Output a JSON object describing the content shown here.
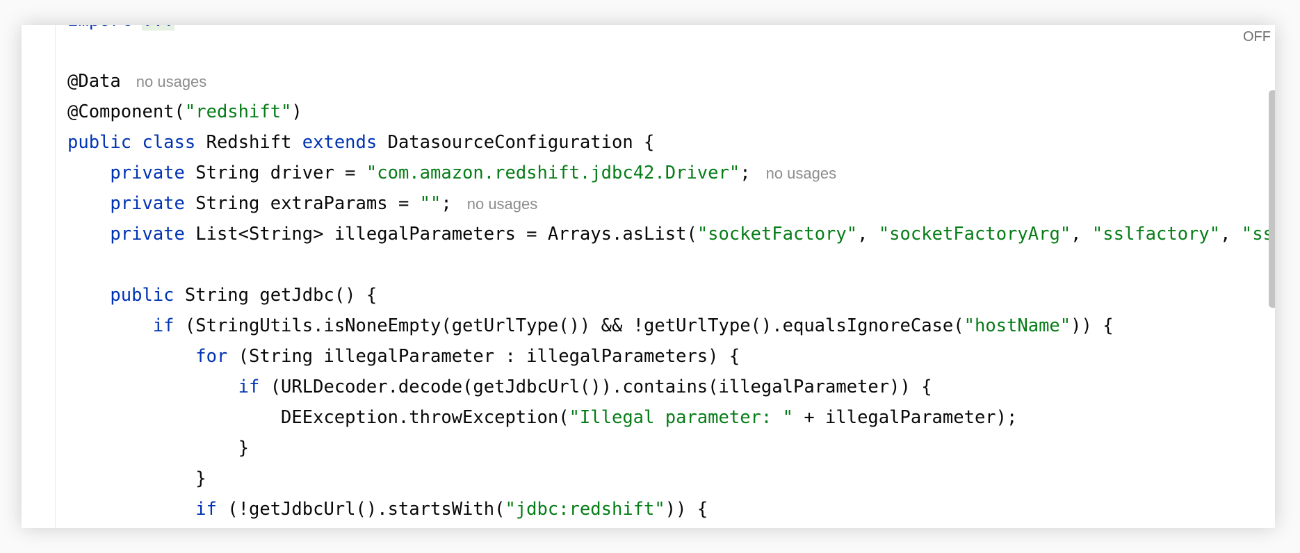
{
  "editor": {
    "inspection_toggle": "OFF",
    "lines": [
      [
        [
          "kw",
          "import "
        ],
        [
          "fold",
          "..."
        ]
      ],
      [],
      [
        [
          "txt",
          "@Data"
        ],
        [
          "hint",
          "no usages"
        ]
      ],
      [
        [
          "txt",
          "@Component("
        ],
        [
          "str",
          "\"redshift\""
        ],
        [
          "txt",
          ")"
        ]
      ],
      [
        [
          "kw",
          "public class "
        ],
        [
          "txt",
          "Redshift "
        ],
        [
          "kw",
          "extends "
        ],
        [
          "txt",
          "DatasourceConfiguration {"
        ]
      ],
      [
        [
          "txt",
          "    "
        ],
        [
          "kw",
          "private "
        ],
        [
          "txt",
          "String driver = "
        ],
        [
          "str",
          "\"com.amazon.redshift.jdbc42.Driver\""
        ],
        [
          "txt",
          ";"
        ],
        [
          "hint",
          "no usages"
        ]
      ],
      [
        [
          "txt",
          "    "
        ],
        [
          "kw",
          "private "
        ],
        [
          "txt",
          "String extraParams = "
        ],
        [
          "str",
          "\"\""
        ],
        [
          "txt",
          ";"
        ],
        [
          "hint",
          "no usages"
        ]
      ],
      [
        [
          "txt",
          "    "
        ],
        [
          "kw",
          "private "
        ],
        [
          "txt",
          "List<String> illegalParameters = Arrays.asList("
        ],
        [
          "str",
          "\"socketFactory\""
        ],
        [
          "txt",
          ", "
        ],
        [
          "str",
          "\"socketFactoryArg\""
        ],
        [
          "txt",
          ", "
        ],
        [
          "str",
          "\"sslfactory\""
        ],
        [
          "txt",
          ", "
        ],
        [
          "str",
          "\"sslhostnameverifier\""
        ]
      ],
      [],
      [
        [
          "txt",
          "    "
        ],
        [
          "kw",
          "public "
        ],
        [
          "txt",
          "String getJdbc() {"
        ]
      ],
      [
        [
          "txt",
          "        "
        ],
        [
          "kw",
          "if "
        ],
        [
          "txt",
          "(StringUtils.isNoneEmpty(getUrlType()) && !getUrlType().equalsIgnoreCase("
        ],
        [
          "str",
          "\"hostName\""
        ],
        [
          "txt",
          ")) {"
        ]
      ],
      [
        [
          "txt",
          "            "
        ],
        [
          "kw",
          "for "
        ],
        [
          "txt",
          "(String illegalParameter : illegalParameters) {"
        ]
      ],
      [
        [
          "txt",
          "                "
        ],
        [
          "kw",
          "if "
        ],
        [
          "txt",
          "(URLDecoder.decode(getJdbcUrl()).contains(illegalParameter)) {"
        ]
      ],
      [
        [
          "txt",
          "                    DEException.throwException("
        ],
        [
          "str",
          "\"Illegal parameter: \""
        ],
        [
          "txt",
          " + illegalParameter);"
        ]
      ],
      [
        [
          "txt",
          "                }"
        ]
      ],
      [
        [
          "txt",
          "            }"
        ]
      ],
      [
        [
          "txt",
          "            "
        ],
        [
          "kw",
          "if "
        ],
        [
          "txt",
          "(!getJdbcUrl().startsWith("
        ],
        [
          "str",
          "\"jdbc:redshift\""
        ],
        [
          "txt",
          ")) {"
        ]
      ]
    ]
  }
}
